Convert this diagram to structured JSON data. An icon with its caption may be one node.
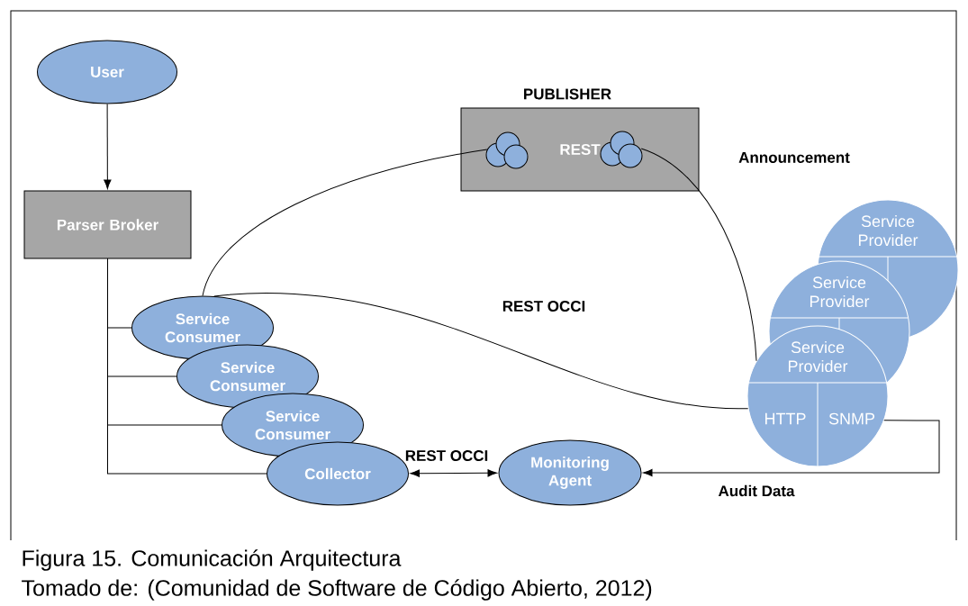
{
  "diagram": {
    "caption": "Figura 15. Comunicación Arquitectura",
    "nodes": [
      {
        "text": [
          "User"
        ]
      },
      {
        "text": [
          "PUBLISHER",
          "REST"
        ]
      },
      {
        "text": [],
        "shape": "circle",
        "in": 1
      },
      {
        "text": [],
        "shape": "circle",
        "in": 1
      },
      {
        "text": [
          "Parser Broker"
        ]
      },
      {
        "text": [
          "Service Consumer"
        ]
      },
      {
        "text": [
          "Service Consumer"
        ]
      },
      {
        "text": [
          "Service Consumer"
        ]
      },
      {
        "text": [
          "Collector"
        ]
      },
      {
        "text": [
          "Monitoring Agent"
        ]
      },
      {
        "text": [
          "Service Provider"
        ]
      },
      {
        "text": [
          "Service Provider"
        ]
      },
      {
        "text": [
          "Service Provider",
          "HTTP",
          "SNMP"
        ]
      }
    ],
    "edges": [
      {
        "from": 0,
        "to": 4,
        "arrow": "to"
      },
      {
        "from": 4,
        "to": 5,
        "arrow": "none"
      },
      {
        "from": 4,
        "to": 6,
        "arrow": "none"
      },
      {
        "from": 4,
        "to": 7,
        "arrow": "none"
      },
      {
        "from": 4,
        "to": 8,
        "arrow": "none"
      },
      {
        "from": 2,
        "to": 5,
        "arrow": "none"
      },
      {
        "from": 3,
        "to": 12,
        "arrow": "none",
        "label": "Announcement"
      },
      {
        "from": 5,
        "to": 12,
        "arrow": "none",
        "label": "REST OCCI"
      },
      {
        "from": 8,
        "to": 9,
        "arrow": "both",
        "label": "REST OCCI"
      },
      {
        "from": 12,
        "to": 9,
        "arrow": "to",
        "label": "Audit Data"
      }
    ],
    "labels": [
      "Tomado de: (Comunidad de Software de Código Abierto, 2012)"
    ]
  }
}
